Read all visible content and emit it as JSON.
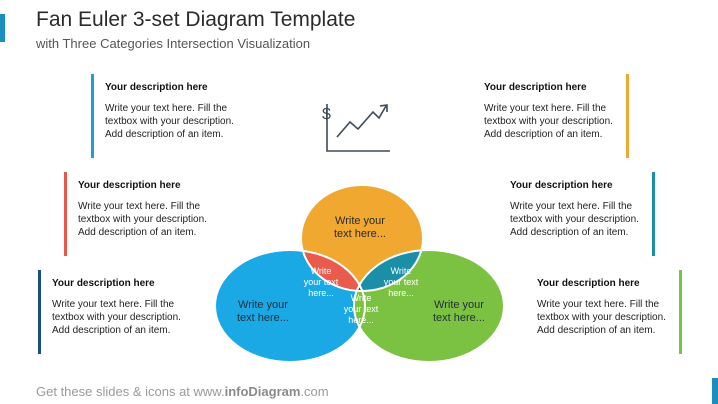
{
  "header": {
    "title": "Fan Euler 3-set Diagram Template",
    "subtitle": "with Three Categories Intersection Visualization"
  },
  "cards": [
    {
      "title": "Your description here",
      "lines": [
        "Write your text here. Fill the",
        "textbox with your description.",
        "Add description of an item."
      ],
      "color": "#1e9fd8"
    },
    {
      "title": "Your description here",
      "lines": [
        "Write your text here. Fill the",
        "textbox with your description.",
        "Add description of an item."
      ],
      "color": "#e8574a"
    },
    {
      "title": "Your description here",
      "lines": [
        "Write your text here. Fill the",
        "textbox with your description.",
        "Add description of an item."
      ],
      "color": "#1b4e78"
    },
    {
      "title": "Your description here",
      "lines": [
        "Write your text here. Fill the",
        "textbox with your description.",
        "Add description of an item."
      ],
      "color": "#f0a830"
    },
    {
      "title": "Your description here",
      "lines": [
        "Write your text here. Fill the",
        "textbox with your description.",
        "Add description of an item."
      ],
      "color": "#1b8fa8"
    },
    {
      "title": "Your description here",
      "lines": [
        "Write your text here. Fill the",
        "textbox with your description.",
        "Add description of an item."
      ],
      "color": "#7cc242"
    }
  ],
  "venn": {
    "top_label": [
      "Write your",
      "text here..."
    ],
    "left_label": [
      "Write your",
      "text here..."
    ],
    "right_label": [
      "Write your",
      "text here..."
    ],
    "top_left_label": [
      "Write",
      "your text",
      "here..."
    ],
    "top_right_label": [
      "Write",
      "your text",
      "here..."
    ],
    "center_label": [
      "Write",
      "your text",
      "here..."
    ],
    "colors": {
      "top": "#f0a830",
      "left": "#1ba9e6",
      "right": "#7cc242",
      "top_left": "#e85b4d",
      "top_right": "#1b8fa8",
      "center": "#1b4e78"
    }
  },
  "icon": "dollar-growth-chart-icon",
  "footer": {
    "prefix": "Get these slides & icons at www.",
    "brand": "infoDiagram",
    "suffix": ".com"
  }
}
